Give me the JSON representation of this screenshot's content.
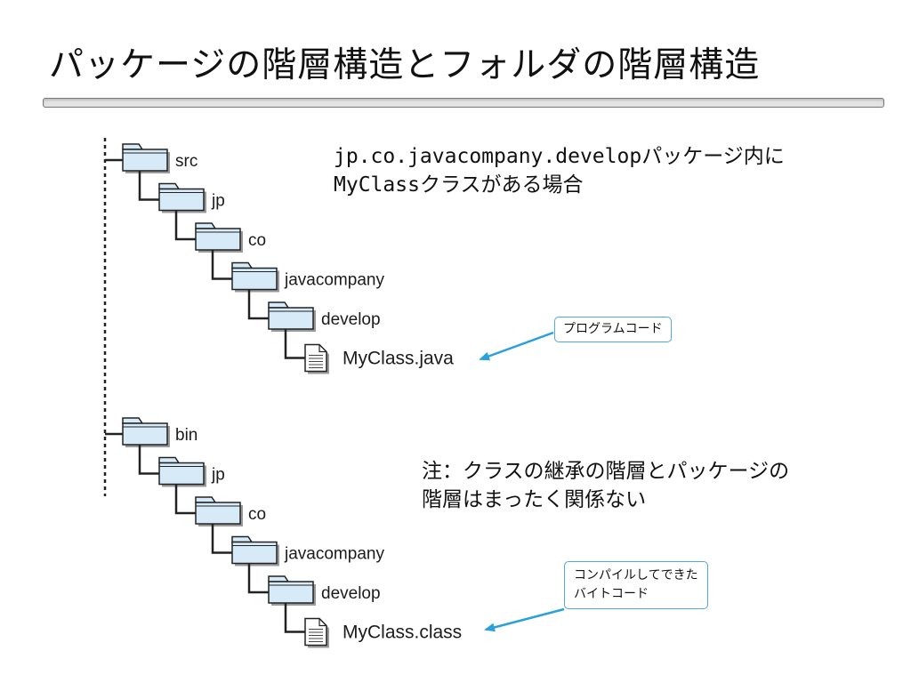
{
  "title": "パッケージの階層構造とフォルダの階層構造",
  "trees": [
    {
      "nodes": [
        {
          "label": "src",
          "type": "folder",
          "depth": 0
        },
        {
          "label": "jp",
          "type": "folder",
          "depth": 1
        },
        {
          "label": "co",
          "type": "folder",
          "depth": 2
        },
        {
          "label": "javacompany",
          "type": "folder",
          "depth": 3
        },
        {
          "label": "develop",
          "type": "folder",
          "depth": 4
        },
        {
          "label": "MyClass.java",
          "type": "file",
          "depth": 5
        }
      ]
    },
    {
      "nodes": [
        {
          "label": "bin",
          "type": "folder",
          "depth": 0
        },
        {
          "label": "jp",
          "type": "folder",
          "depth": 1
        },
        {
          "label": "co",
          "type": "folder",
          "depth": 2
        },
        {
          "label": "javacompany",
          "type": "folder",
          "depth": 3
        },
        {
          "label": "develop",
          "type": "folder",
          "depth": 4
        },
        {
          "label": "MyClass.class",
          "type": "file",
          "depth": 5
        }
      ]
    }
  ],
  "description": {
    "code": "jp.co.javacompany.develop",
    "line1_suffix": "パッケージ内に",
    "line2_code": "MyClass",
    "line2_suffix": "クラスがある場合"
  },
  "note": {
    "line1": "注：クラスの継承の階層とパッケージの",
    "line2": "階層はまったく関係ない"
  },
  "callouts": {
    "program": "プログラムコード",
    "bytecode_line1": "コンパイルしてできた",
    "bytecode_line2": "バイトコード"
  },
  "colors": {
    "folder_fill": "#d6ebf7",
    "arrow": "#2aa0dc",
    "callout_border": "#4fa9dd"
  }
}
